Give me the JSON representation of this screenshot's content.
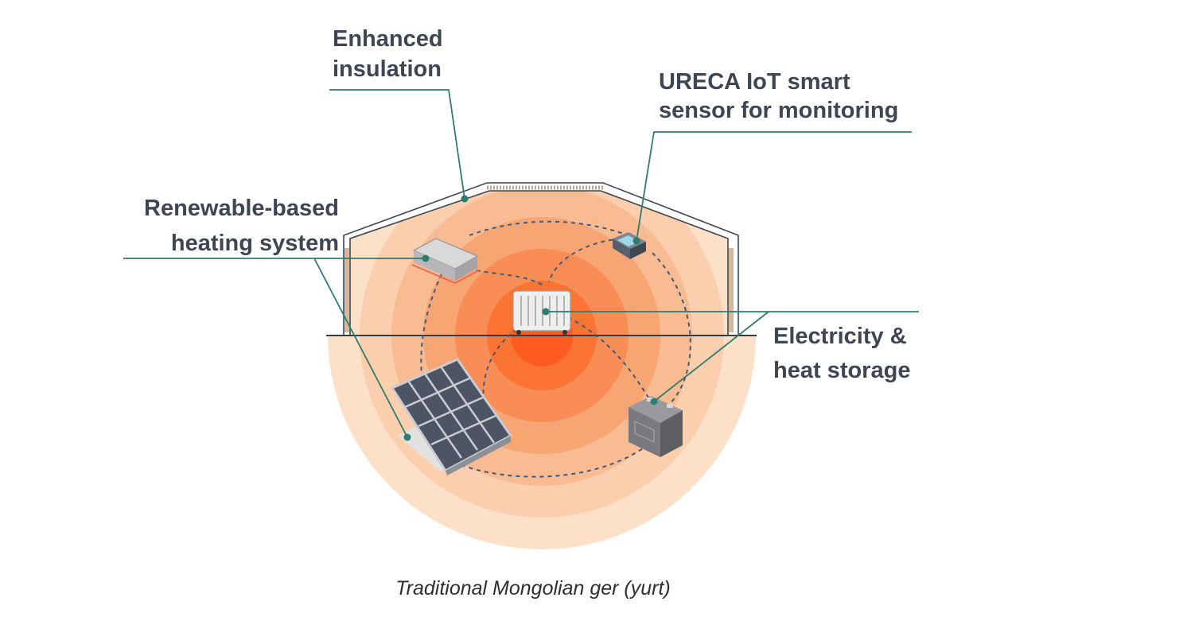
{
  "labels": {
    "insulation": {
      "line1": "Enhanced",
      "line2": "insulation"
    },
    "sensor": {
      "line1": "URECA IoT smart",
      "line2": "sensor for monitoring"
    },
    "heating": {
      "line1": "Renewable-based",
      "line2": "heating system"
    },
    "storage": {
      "line1": "Electricity &",
      "line2": "heat storage"
    }
  },
  "caption": "Traditional Mongolian ger (yurt)",
  "colors": {
    "leader_line": "#2e7d6e",
    "label_text": "#3d4651",
    "heat_outer": "#fde0c8",
    "heat_core": "#ff5a1f",
    "dashed_path": "#3b5a80"
  }
}
